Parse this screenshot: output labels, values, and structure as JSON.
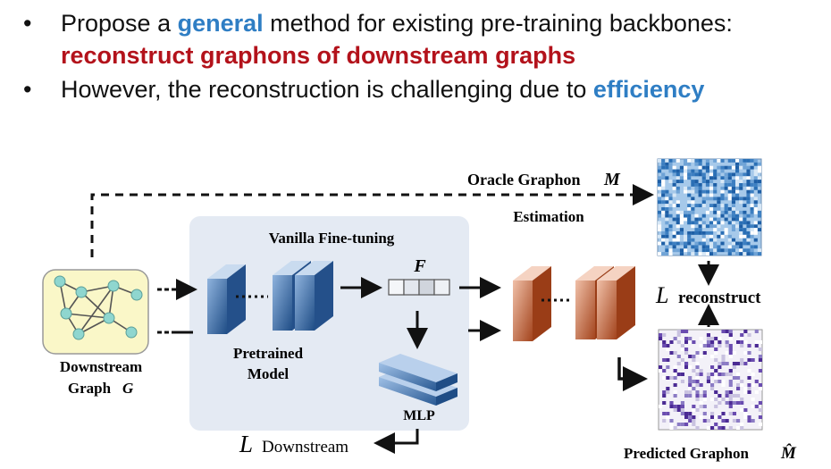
{
  "bullets": [
    {
      "pre": "Propose a ",
      "hl1": "general",
      "mid": " method for existing pre-training backbones:",
      "line2": "reconstruct graphons of downstream graphs"
    },
    {
      "pre": "However, the reconstruction is challenging due to ",
      "hl1": "efficiency"
    }
  ],
  "diagram": {
    "oracle_label": "Oracle Graphon",
    "oracle_symbol": "M",
    "estimation_label": "Estimation",
    "vanilla_label": "Vanilla Fine-tuning",
    "feature_symbol": "F",
    "pretrained_label_1": "Pretrained",
    "pretrained_label_2": "Model",
    "mlp_label": "MLP",
    "downstream_graph_1": "Downstream",
    "downstream_graph_2": "Graph",
    "graph_symbol": "G",
    "loss_downstream_L": "L",
    "loss_downstream_sub": "Downstream",
    "loss_reconstruct_L": "L",
    "loss_reconstruct_sub": "reconstruct",
    "predicted_label": "Predicted Graphon",
    "predicted_symbol": "M̂"
  },
  "colors": {
    "accent_blue": "#2f7ec4",
    "accent_red": "#b3121b",
    "panel_bg": "#e4eaf3",
    "graph_bg": "#faf7c8",
    "node": "#8fd6cf",
    "backbone_blue": "#2f5f9b",
    "backbone_orange": "#b4532a",
    "oracle_matrix": "#2a6fb5",
    "predicted_matrix": "#5a3fa0"
  }
}
